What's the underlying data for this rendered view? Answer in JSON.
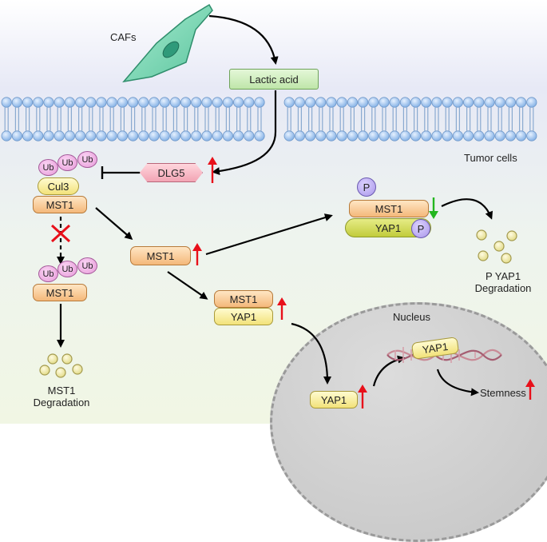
{
  "labels": {
    "cafs": "CAFs",
    "lactic_acid": "Lactic acid",
    "tumor_cells": "Tumor cells",
    "dlg5": "DLG5",
    "ub": "Ub",
    "cul3": "Cul3",
    "mst1": "MST1",
    "yap1": "YAP1",
    "p": "P",
    "mst1_degradation_line1": "MST1",
    "mst1_degradation_line2": "Degradation",
    "p_yap1_degradation_line1": "P YAP1",
    "p_yap1_degradation_line2": "Degradation",
    "nucleus": "Nucleus",
    "stemness": "Stemness"
  },
  "colors": {
    "up_arrow": "#e8101a",
    "down_arrow": "#23b61f",
    "inhibition_x": "#e8101a",
    "membrane_bead": "#9cc2ee",
    "caf_cell": "#7fd9b7"
  }
}
